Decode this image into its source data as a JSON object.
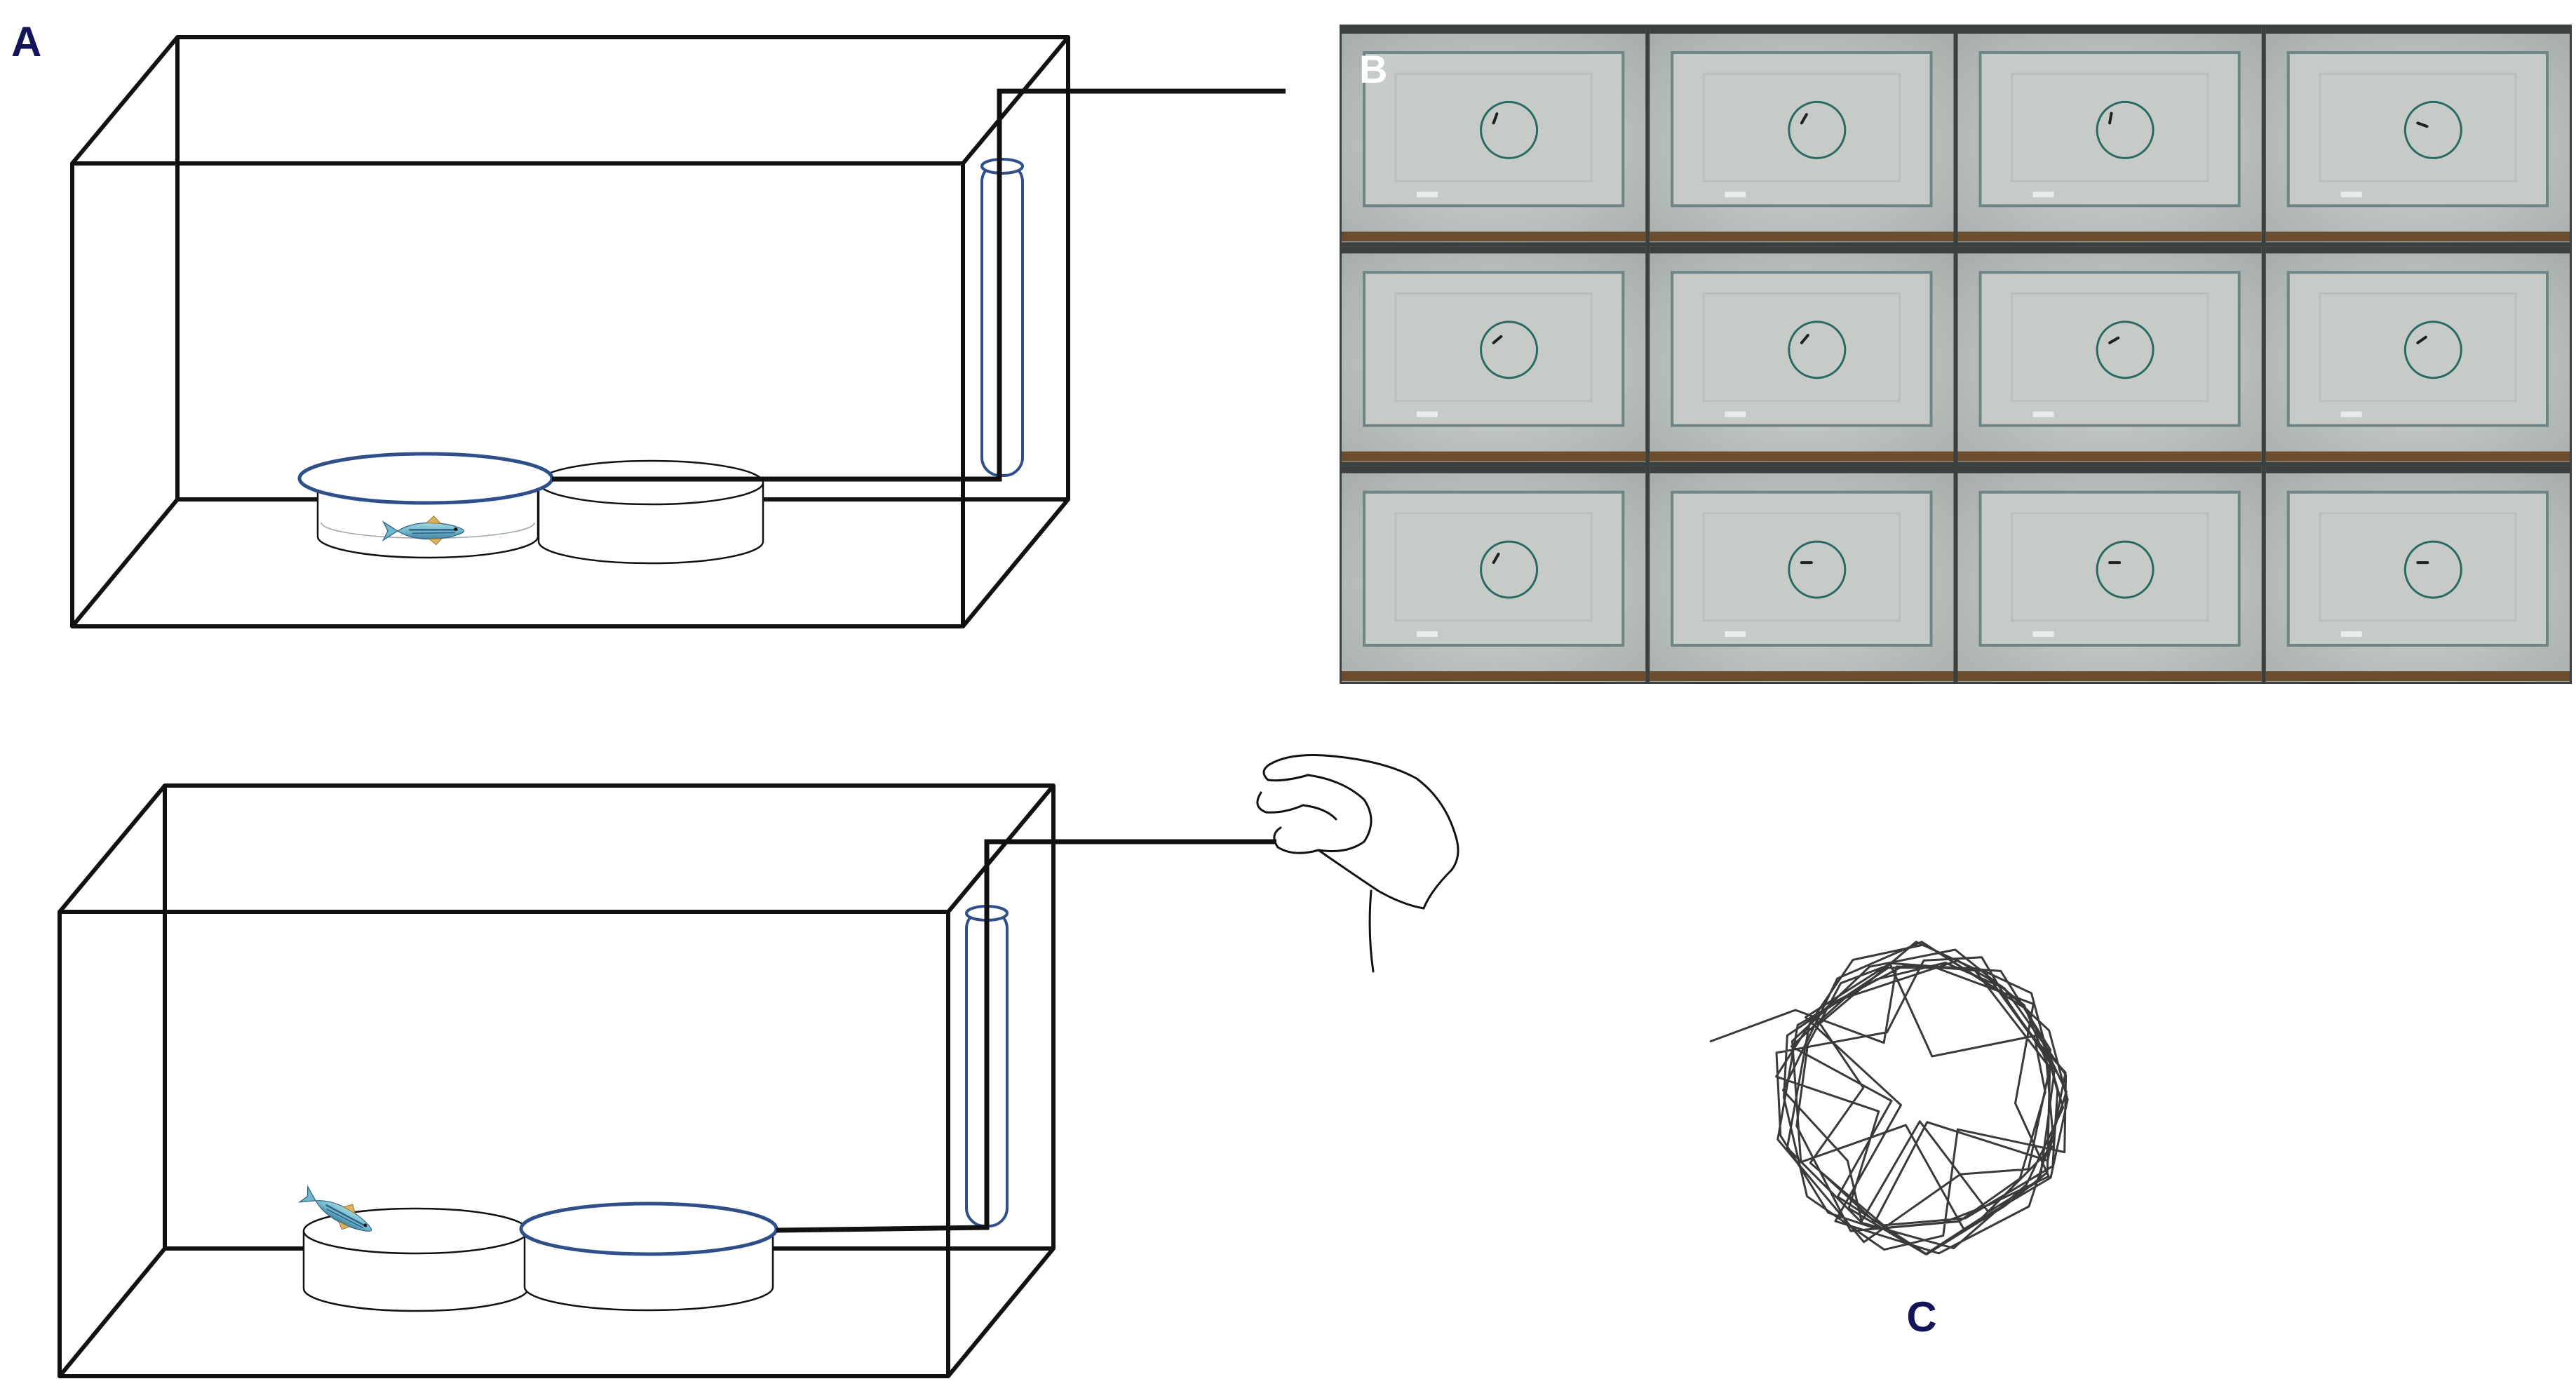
{
  "panels": {
    "a": {
      "label": "A"
    },
    "b": {
      "label": "B",
      "rows": 3,
      "cols": 4,
      "frames": [
        {
          "fish_angle": -70
        },
        {
          "fish_angle": -60
        },
        {
          "fish_angle": -80
        },
        {
          "fish_angle": 20
        },
        {
          "fish_angle": -40
        },
        {
          "fish_angle": -50
        },
        {
          "fish_angle": -30
        },
        {
          "fish_angle": -35
        },
        {
          "fish_angle": -60
        },
        {
          "fish_angle": 0
        },
        {
          "fish_angle": 0
        },
        {
          "fish_angle": 0
        }
      ]
    },
    "c": {
      "label": "C"
    }
  },
  "colors": {
    "ink": "#111111",
    "blue": "#2f4f8a",
    "label": "#14145a",
    "frame_bg": "#b3bab8",
    "frame_border": "#6f8485",
    "frame_dark": "#3b3f3d",
    "frame_wood": "#6b4d2e",
    "frame_inner": "#c6cbc7",
    "ring": "#2b6a63",
    "track": "#3a3a3a",
    "fish_body": "#6fb7c9",
    "fish_stripe": "#2e5f86",
    "fish_fin": "#d9b25a"
  },
  "icons": [
    "zebrafish-icon",
    "hand-icon"
  ]
}
